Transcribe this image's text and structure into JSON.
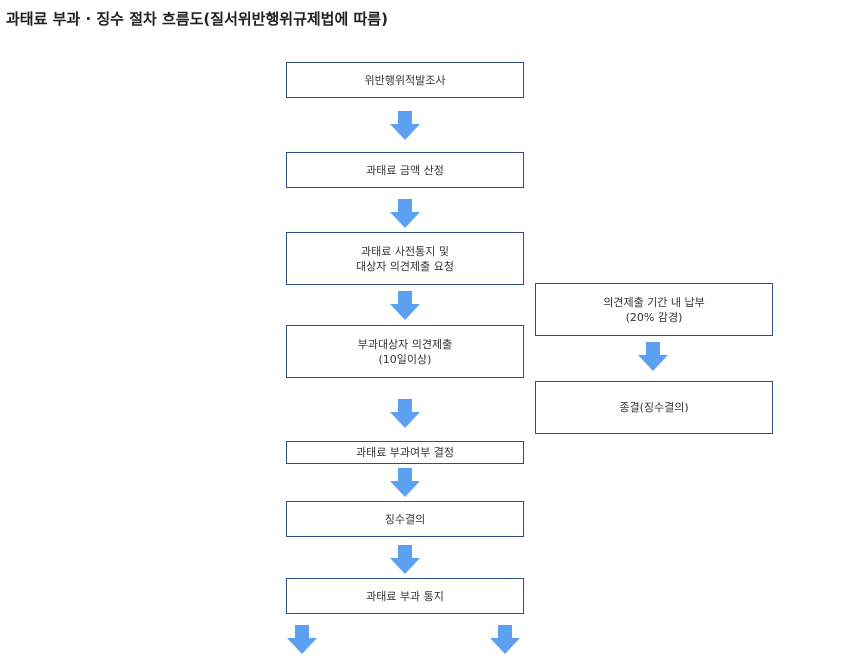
{
  "page": {
    "title": "과태료 부과 · 징수 절차 흐름도(질서위반행위규제법에 따름)"
  },
  "colors": {
    "box_border": "#2f4f7f",
    "arrow_fill": "#5ca0f2",
    "text": "#333333"
  },
  "flow": {
    "step1": {
      "line1": "위반행위적발조사"
    },
    "step2": {
      "line1": "과태료 금액 산정"
    },
    "step3": {
      "line1": "과태료 사전통지 및",
      "line2": "대상자 의견제출 요청"
    },
    "step4": {
      "line1": "부과대상자 의견제출",
      "line2": "(10일이상)"
    },
    "step5": {
      "line1": "과태료 부과여부 결정"
    },
    "step6": {
      "line1": "징수결의"
    },
    "step7": {
      "line1": "과태료 부과 통지"
    },
    "side1": {
      "line1": "의견제출 기간 내 납부",
      "line2": "(20% 감경)"
    },
    "side2": {
      "line1": "종결(징수결의)"
    }
  }
}
